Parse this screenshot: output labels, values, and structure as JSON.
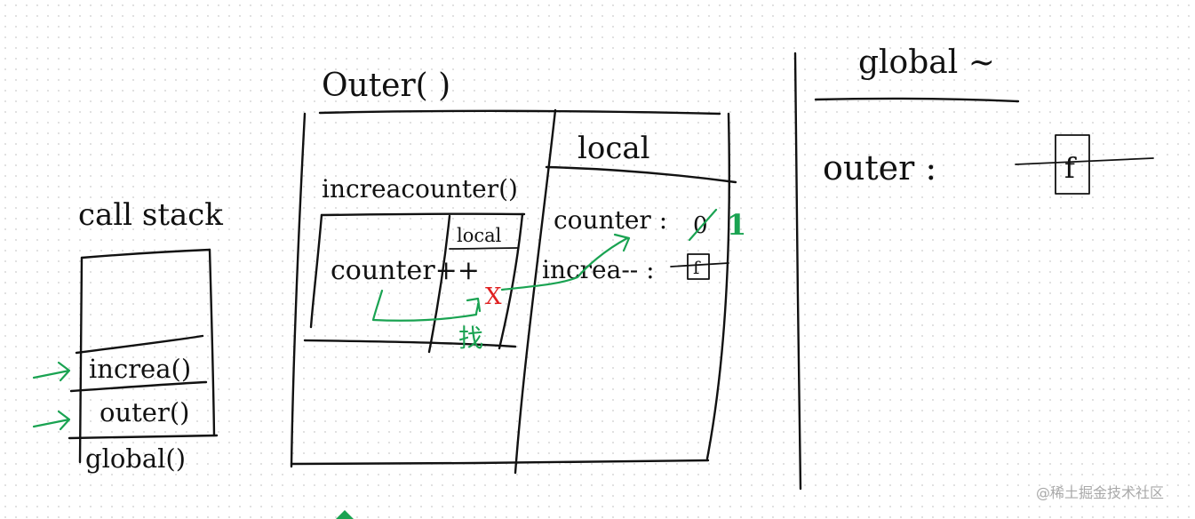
{
  "call_stack": {
    "title": "call stack",
    "frames": [
      "increa()",
      "outer()"
    ],
    "base": "global()"
  },
  "outer_scope": {
    "title": "Outer( )",
    "local_header": "local",
    "vars": {
      "counter_label": "counter :",
      "counter_old": "0",
      "counter_new": "1",
      "increa_label": "increa-- :",
      "increa_box": "f"
    }
  },
  "inner_scope": {
    "title": "increacounter()",
    "body": "counter++",
    "local_header": "local",
    "not_found_mark": "X",
    "lookup_note": "找"
  },
  "global_scope": {
    "title": "global ~",
    "outer_label": "outer :",
    "outer_box": "f"
  },
  "watermark": "@稀土掘金技术社区",
  "colors": {
    "ink": "#111111",
    "arrow": "#1aa352",
    "cross": "#e02020"
  }
}
